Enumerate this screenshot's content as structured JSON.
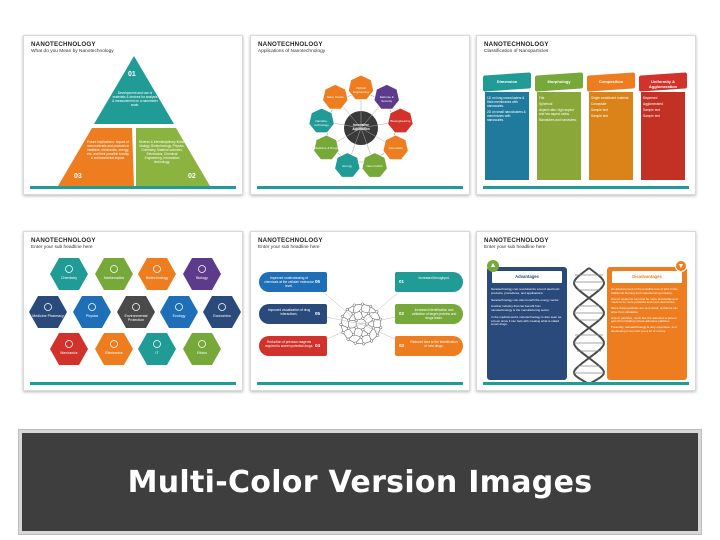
{
  "slides": [
    {
      "title": "NANOTECHNOLOGY",
      "subtitle": "What do you Mean by Nanotechnology",
      "items": [
        {
          "num": "01",
          "text": "Development and use of materials & devices for analysis & measurement on a nanometer scale."
        },
        {
          "num": "03",
          "text": "Future implications: Impact of new materials and products in medicine, electronics, energy, etc. and their possible toxicity & environmental impact."
        },
        {
          "num": "02",
          "text": "Diverse & interdisciplinary fields: biology, Biotechnology, Physics, Chemistry, Material sciences, Electronics, Chemical Engineering, Information technology."
        }
      ]
    },
    {
      "title": "NANOTECHNOLOGY",
      "subtitle": "Applications of Nanotechnology",
      "center": "Innovative Application",
      "items": [
        "Optical Engineering",
        "Defense & Security",
        "Bioengineering",
        "Cosmetics",
        "Nano Fabric",
        "Energy",
        "Medicine & Drugs",
        "Nanobio-technology",
        "Nano Device"
      ]
    },
    {
      "title": "NANOTECHNOLOGY",
      "subtitle": "Classification of Nanoparticles",
      "columns": [
        {
          "head": "Dimension",
          "points": [
            "1D on long nanoclusters & thick membranes with nanoscales.",
            "2D on small nanoclusters & membranes with nanoscales."
          ]
        },
        {
          "head": "Morphology",
          "points": [
            "Flat",
            "Spherical",
            "Aspect ratio: high aspect and low aspect ratios.",
            "Nanotubes and nanowires."
          ]
        },
        {
          "head": "Composition",
          "points": [
            "Single constituent material",
            "Composite",
            "Sample text",
            "Sample text"
          ]
        },
        {
          "head": "Uniformity & Agglomeration",
          "points": [
            "Dispersed",
            "Agglomerated",
            "Sample text",
            "Sample text"
          ]
        }
      ]
    },
    {
      "title": "NANOTECHNOLOGY",
      "subtitle": "Enter your sub headline here",
      "items": [
        "Chemistry",
        "Mathematics",
        "Biotechnology",
        "Biology",
        "Medicine Pharmacy",
        "Physics",
        "Environmental Protection",
        "Ecology",
        "Economics",
        "Mechanics",
        "Electronics",
        "IT",
        "Ethics"
      ]
    },
    {
      "title": "NANOTECHNOLOGY",
      "subtitle": "Enter your sub headline here",
      "left": [
        {
          "num": "06",
          "text": "Improved understanding of chemicals at the cellular/ molecular level."
        },
        {
          "num": "05",
          "text": "Improved visualization of drug interactions."
        },
        {
          "num": "04",
          "text": "Reduction of previous reagents required to screen potential drugs."
        }
      ],
      "right": [
        {
          "num": "01",
          "text": "Increased throughput."
        },
        {
          "num": "02",
          "text": "Increased identification and validation of target proteins and drugs leads."
        },
        {
          "num": "03",
          "text": "Reduced time to the identification of new drugs."
        }
      ]
    },
    {
      "title": "NANOTECHNOLOGY",
      "subtitle": "Enter your sub headline here",
      "adv": {
        "head": "Advantages",
        "points": [
          "Nanotechnology can revolutionize a lot of electronic products, procedures, and applications.",
          "Nanotechnology can also benefit the energy sector.",
          "Another industry that can benefit from nanotechnology is the manufacturing sector.",
          "In the medical world, nanotechnology is also seen as a boon since it can help with creating what is called smart drugs."
        ]
      },
      "dis": {
        "head": "Disadvantages",
        "points": [
          "An advancement in the possible loss of jobs in the traditional farming and manufacturing industry.",
          "Atomic weapons can now be more accessible and made to be more powerful and more destructive.",
          "Since these particles are very small, problems can arise from inhalation.",
          "Atomic particles, much like the asbestos a person gets from inhaling minute asbestos particles.",
          "Presently, nanotechnology is very expensive, and developing it can cost you a lot of money."
        ]
      }
    }
  ],
  "banner": {
    "text": "Multi-Color Version Images"
  },
  "colors": {
    "red": "#d1322b",
    "orange": "#ee7d1f",
    "green": "#76a83a",
    "teal": "#219b96",
    "blue": "#1e6fb8",
    "navy": "#2a4a7c",
    "purple": "#5b3b8a",
    "gray": "#4a4a4a",
    "banner": "#3e3e3e"
  }
}
